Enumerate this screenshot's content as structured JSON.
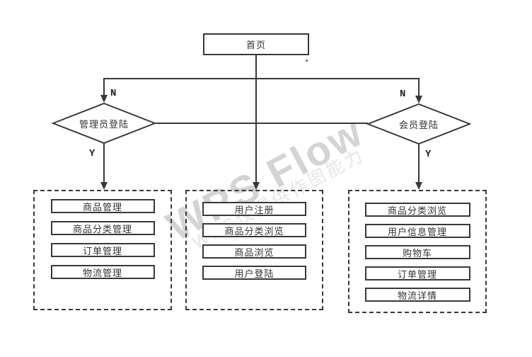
{
  "flow": {
    "home": "首页",
    "decision_left": {
      "label": "管理员登陆",
      "branch_no": "N",
      "branch_yes": "Y"
    },
    "decision_right": {
      "label": "会员登陆",
      "branch_no": "N",
      "branch_yes": "Y"
    },
    "groups": [
      {
        "items": [
          "商品管理",
          "商品分类管理",
          "订单管理",
          "物流管理"
        ]
      },
      {
        "items": [
          "用户注册",
          "商品分类浏览",
          "商品浏览",
          "用户登陆"
        ]
      },
      {
        "items": [
          "商品分类浏览",
          "用户信息管理",
          "购物车",
          "订单管理",
          "物流详情"
        ]
      }
    ]
  },
  "watermark": {
    "primary": "WPS Flow",
    "secondary": "WPS仅提供作图能力"
  },
  "colors": {
    "line": "#383838",
    "text": "#333333",
    "watermark_primary": "#d3d3d3",
    "watermark_secondary": "#e2e2e2",
    "background": "#ffffff"
  }
}
